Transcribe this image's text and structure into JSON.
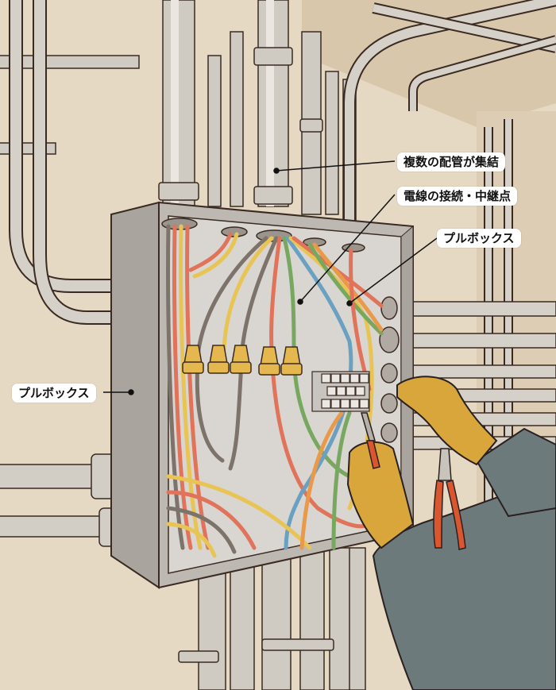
{
  "callouts": [
    {
      "id": "multiple-conduits",
      "text": "複数の配管が集結"
    },
    {
      "id": "wire-connection",
      "text": "電線の接続・中継点"
    },
    {
      "id": "pull-box-right",
      "text": "プルボックス"
    },
    {
      "id": "pull-box-left",
      "text": "プルボックス"
    }
  ],
  "colors": {
    "wall": "#e6d9c4",
    "wall_shadow": "#d4c2a6",
    "conduit": "#cfcac2",
    "conduit_highlight": "#f2efe9",
    "outline": "#3a2a22",
    "box": "#bdb8b2",
    "box_inner": "#d9d6d1",
    "wire_red": "#e0735a",
    "wire_yellow": "#e8c455",
    "wire_gray": "#7d736b",
    "wire_blue": "#6aa0c0",
    "wire_green": "#78a860",
    "wire_orange": "#e89a4a",
    "wire_nut": "#e5b84f",
    "glove": "#d9a63c",
    "sleeve": "#6d7a7c",
    "pliers_handle": "#d9562e"
  },
  "scene": {
    "subject": "pull-box",
    "wire_nuts_count": 5,
    "terminal_block_rows": 3
  }
}
